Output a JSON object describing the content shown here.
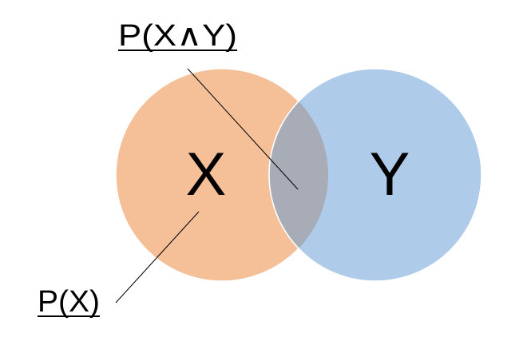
{
  "diagram": {
    "type": "venn",
    "sets": [
      {
        "letter": "X",
        "color": "#f5bf98"
      },
      {
        "letter": "Y",
        "color": "#aecbea"
      }
    ],
    "intersection_color": "#a7acb6",
    "outline_color": "#ffffff",
    "leader_color": "#000000",
    "labels": {
      "intersection": "P(X∧Y)",
      "set_x": "P(X)"
    }
  }
}
